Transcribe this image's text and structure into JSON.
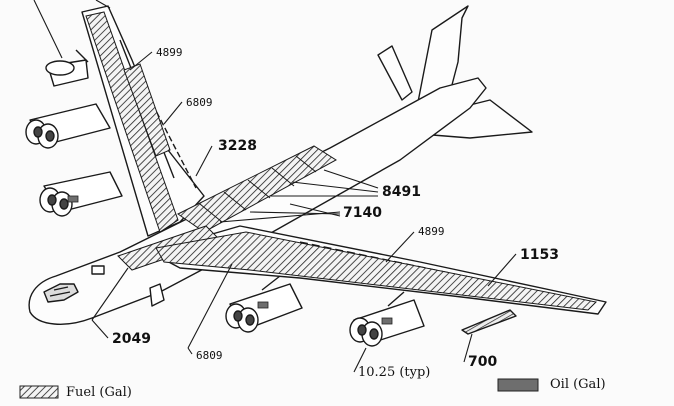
{
  "callouts": {
    "wing_left_outer_fuel": "4899",
    "wing_left_mid_fuel": "6809",
    "fuselage_fwd_fuel": "3228",
    "fuselage_upper_fuel": "8491",
    "fuselage_lower_fuel": "7140",
    "wing_right_outer_fuel": "4899",
    "wing_tip_fuel": "1153",
    "body_fwd_fuel": "2049",
    "wing_right_mid_fuel": "6809",
    "engine_oil": "10.25 (typ)",
    "external_tank_fuel": "700"
  },
  "legend": {
    "fuel_label": "Fuel (Gal)",
    "oil_label": "Oil (Gal)"
  },
  "colors": {
    "line": "#1a1a1a",
    "fuel_hatch": "#2a2a2a",
    "oil_fill": "#6e6e6e",
    "paper": "#fbfbfb"
  }
}
